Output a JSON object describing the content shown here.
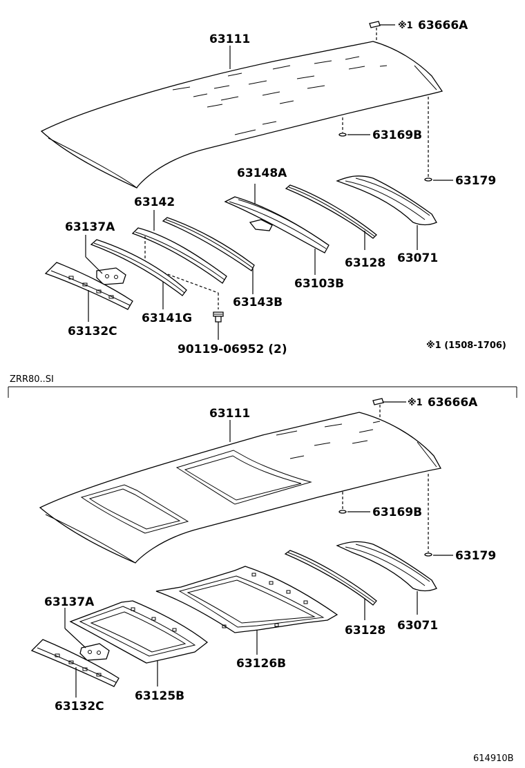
{
  "top_section": {
    "labels": {
      "roof_panel": "63111",
      "note_part": "63666A",
      "note_marker": "※1",
      "drip_clip": "63169B",
      "pad": "63179",
      "rear_header": "63071",
      "reinforcement_a": "63148A",
      "reinforcement_128": "63128",
      "reinforcement_103": "63103B",
      "bow_142": "63142",
      "bow_143": "63143B",
      "bracket_137": "63137A",
      "bow_141": "63141G",
      "front_header": "63132C",
      "bolt": "90119-06952 (2)"
    },
    "footnote": "※1 (1508-1706)"
  },
  "section_divider": {
    "title": "ZRR80..SI"
  },
  "bottom_section": {
    "labels": {
      "roof_panel": "63111",
      "note_part": "63666A",
      "note_marker": "※1",
      "drip_clip": "63169B",
      "pad": "63179",
      "rear_header": "63071",
      "reinforcement_128": "63128",
      "sunroof_frame_b": "63126B",
      "bracket_137": "63137A",
      "sunroof_frame_a": "63125B",
      "front_header": "63132C"
    }
  },
  "illustration_id": "614910B"
}
